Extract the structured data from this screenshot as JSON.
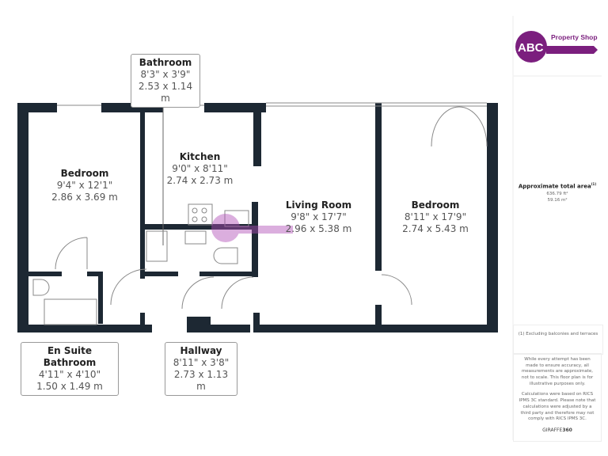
{
  "brand": {
    "logo_letters": "ABC",
    "logo_text": "Property Shop",
    "purple": "#7b1f7e",
    "wall": "#1d2833"
  },
  "rooms": [
    {
      "name": "Bedroom",
      "imperial": "9'4\" x 12'1\"",
      "metric": "2.86 x 3.69 m"
    },
    {
      "name": "Kitchen",
      "imperial": "9'0\" x 8'11\"",
      "metric": "2.74 x 2.73 m"
    },
    {
      "name": "Living Room",
      "imperial": "9'8\" x 17'7\"",
      "metric": "2.96 x 5.38 m"
    },
    {
      "name": "Bedroom",
      "imperial": "8'11\" x 17'9\"",
      "metric": "2.74 x 5.43 m"
    },
    {
      "name": "Bathroom",
      "imperial": "8'3\" x 3'9\"",
      "metric": "2.53 x 1.14 m"
    },
    {
      "name": "En Suite Bathroom",
      "imperial": "4'11\" x 4'10\"",
      "metric": "1.50 x 1.49 m"
    },
    {
      "name": "Hallway",
      "imperial": "8'11\" x 3'8\"",
      "metric": "2.73 x 1.13 m"
    }
  ],
  "panel": {
    "area_title": "Approximate total area",
    "area_note_mark": "(1)",
    "area_ft": "636.79 ft²",
    "area_m": "59.16 m²",
    "footnote": "(1) Excluding balconies and terraces",
    "disclaimer1": "While every attempt has been made to ensure accuracy, all measurements are approximate, not to scale. This floor plan is for illustrative purposes only.",
    "disclaimer2": "Calculations were based on RICS IPMS 3C standard. Please note that calculations were adjusted by a third party and therefore may not comply with RICS IPMS 3C.",
    "giraffe": "GIRAFFE",
    "giraffe_num": "360"
  }
}
